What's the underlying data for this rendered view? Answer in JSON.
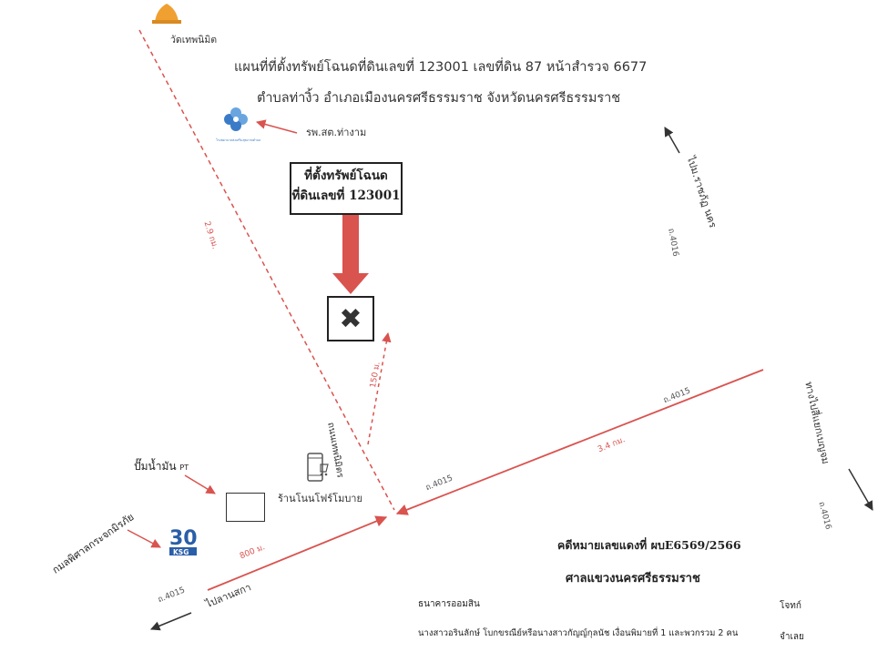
{
  "landmarks": {
    "temple": "วัดเทพนิมิต",
    "hospital": "รพ.สต.ท่างาม",
    "hospital_logo_text": "โรงพยาบาลส่งเสริมสุขภาพตำบล",
    "gas_station": "ปั๊มน้ำมัน",
    "gas_station_brand": "PT",
    "mobile_shop": "ร้านโนนโฟร์โมบาย",
    "bank_logo_text": "30",
    "bank_logo_sub": "KSG",
    "court": "กมลพิศาลกระจกมิรภัย"
  },
  "header": {
    "line1": "แผนที่ที่ตั้งทรัพย์โฉนดที่ดินเลขที่ 123001 เลขที่ดิน 87 หน้าสำรวจ 6677",
    "line2": "ตำบลท่างิ้ว อำเภอเมืองนครศรีธรรมราช จังหวัดนครศรีธรรมราช"
  },
  "property_box": {
    "line1": "ที่ตั้งทรัพย์โฉนด",
    "line2": "ที่ดินเลขที่ 123001"
  },
  "roads": {
    "r4016_top": "ถ.4016",
    "r4016_right": "ถ.4016",
    "r4015_mid": "ถ.4015",
    "r4015_right": "ถ.4015",
    "r4015_left": "ถ.4015",
    "local_road": "ถนนเทพนิมิตร"
  },
  "distances": {
    "temple_road": "2.9 กม.",
    "to_property": "150 ม.",
    "to_4015": "3.4 กม.",
    "to_lansaka": "800 ม."
  },
  "directions": {
    "to_rajaphat": "ไปม.ราชภัฏ นคร",
    "to_4015_east": "ทางไปสี่แยกเบญจม",
    "to_lansaka": "ไปลานสกา"
  },
  "case_info": {
    "case_no": "คดีหมายเลขแดงที่ ผบE6569/2566",
    "court_name": "ศาลแขวงนครศรีธรรมราช",
    "plaintiff": "ธนาคารออมสิน",
    "plaintiff_role": "โจทก์",
    "defendant": "นางสาวอรินลักษ์ โบกขรณีย์หรือนางสาวกัญญ์กุลนัช เงื่อนพิมายที่ 1 และพวกรวม 2 คน",
    "defendant_role": "จำเลย"
  },
  "colors": {
    "route_red": "#d9534f",
    "temple_gold": "#f0a030",
    "hospital_blue": "#3a7bc8",
    "bank_blue": "#2a5ea8"
  },
  "icons": {
    "property": "x-mark-icon",
    "temple": "temple-icon",
    "hospital": "hospital-cross-icon",
    "shop": "mobile-shop-icon",
    "bank": "bank-logo-icon"
  }
}
